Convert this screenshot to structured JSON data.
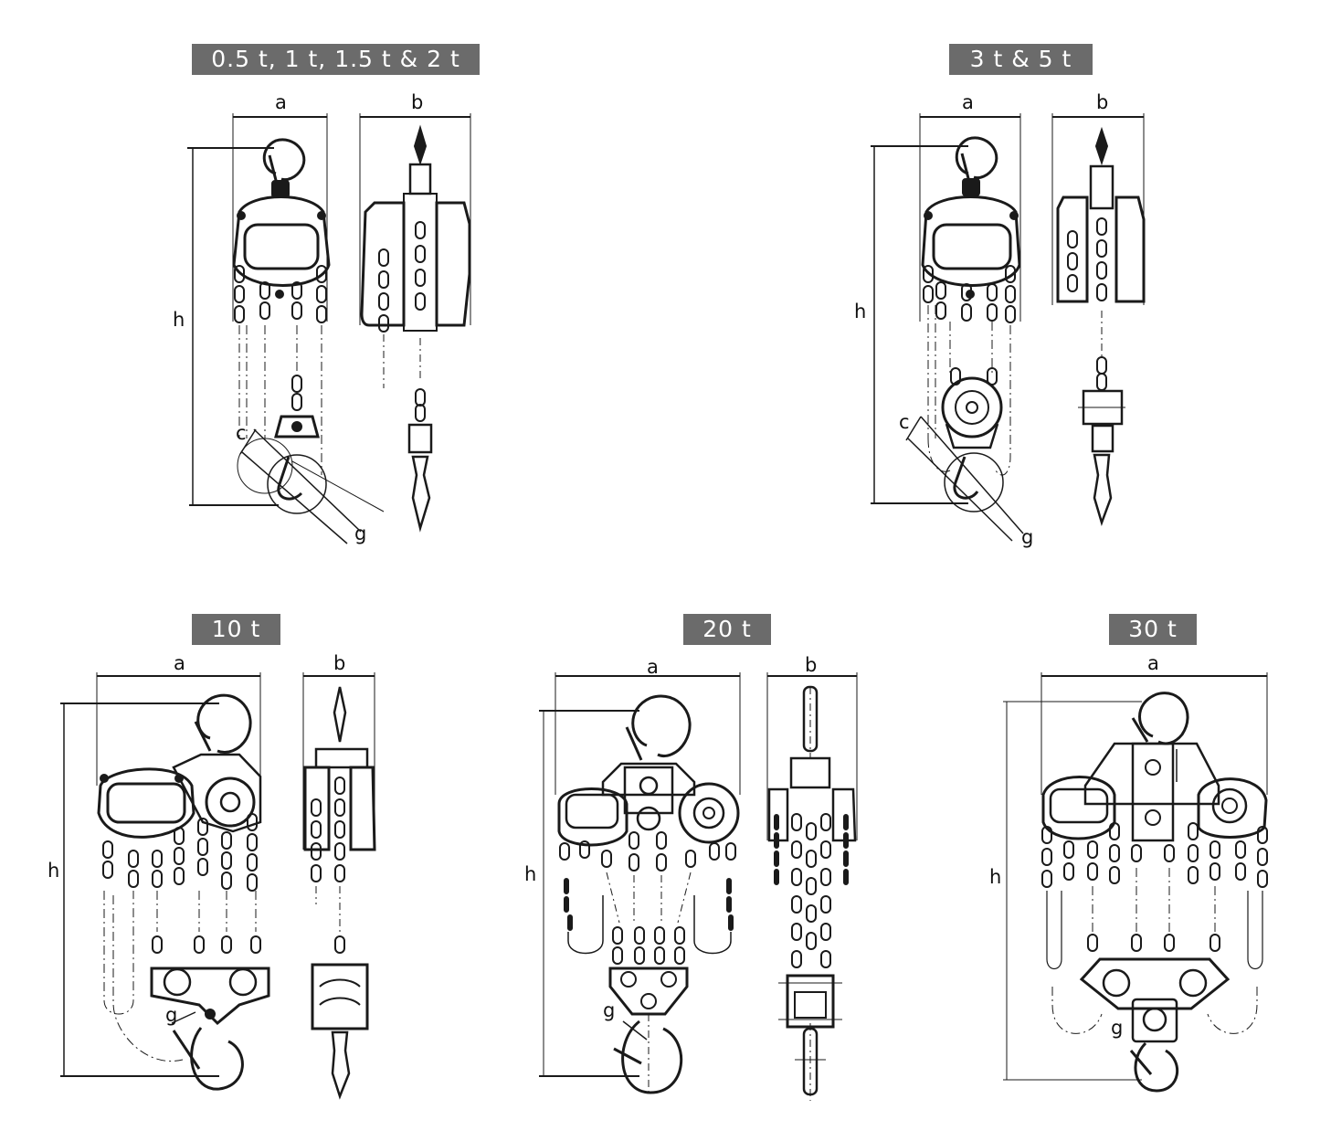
{
  "colors": {
    "badge_bg": "#6b6b6b",
    "badge_text": "#ffffff",
    "line": "#1a1a1a"
  },
  "panels": [
    {
      "id": "p1",
      "title": "0.5 t, 1 t, 1.5 t & 2 t",
      "labels": {
        "a": "a",
        "b": "b",
        "h": "h",
        "c": "c",
        "g": "g"
      }
    },
    {
      "id": "p2",
      "title": "3 t & 5 t",
      "labels": {
        "a": "a",
        "b": "b",
        "h": "h",
        "c": "c",
        "g": "g"
      }
    },
    {
      "id": "p3",
      "title": "10 t",
      "labels": {
        "a": "a",
        "b": "b",
        "h": "h",
        "g": "g"
      }
    },
    {
      "id": "p4",
      "title": "20 t",
      "labels": {
        "a": "a",
        "b": "b",
        "h": "h",
        "g": "g"
      }
    },
    {
      "id": "p5",
      "title": "30 t",
      "labels": {
        "a": "a",
        "h": "h",
        "g": "g"
      }
    }
  ]
}
